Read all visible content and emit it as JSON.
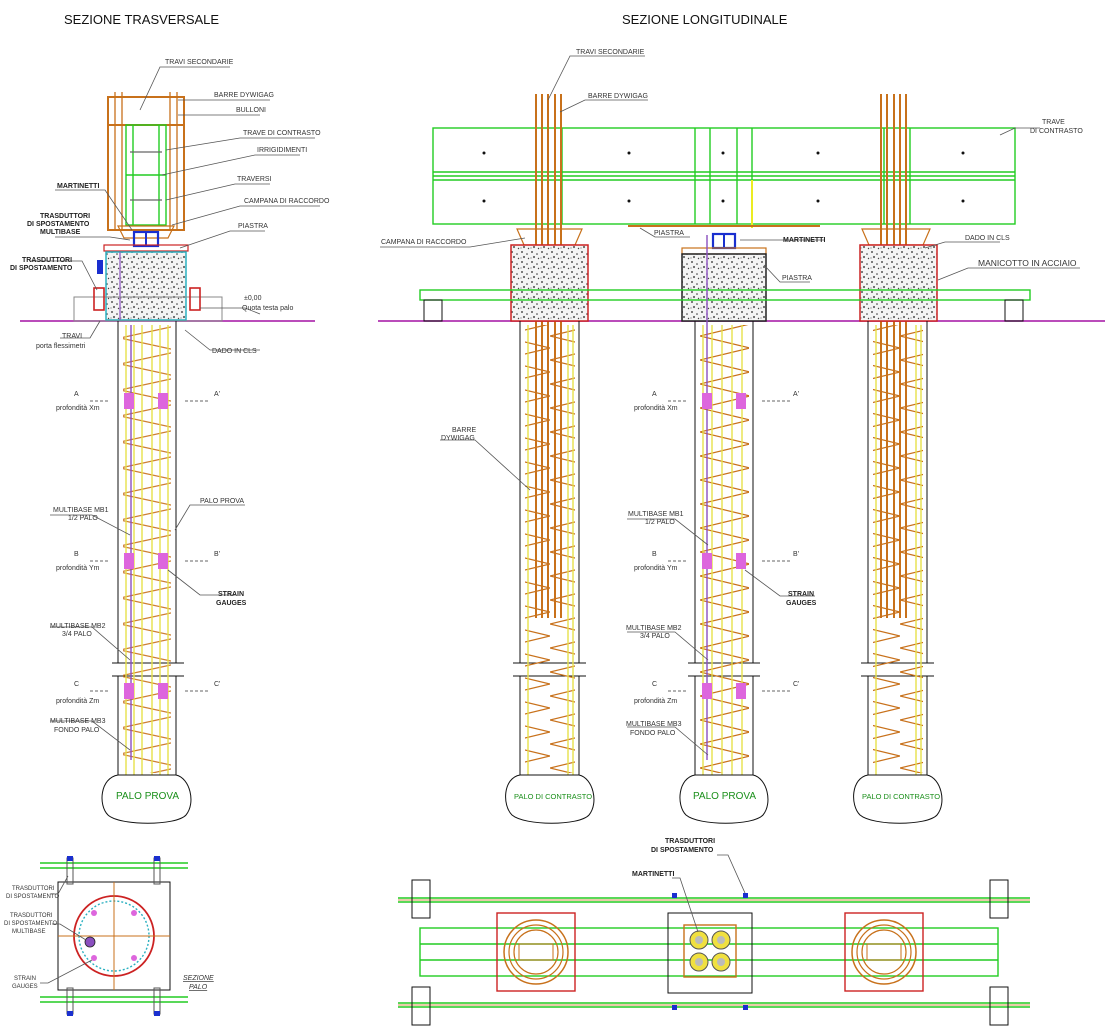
{
  "titles": {
    "transversal": "SEZIONE TRASVERSALE",
    "longitudinal": "SEZIONE LONGITUDINALE"
  },
  "transversal_labels": {
    "travi_secondarie": "TRAVI SECONDARIE",
    "barre_dywigag": "BARRE DYWIGAG",
    "bulloni": "BULLONI",
    "trave_contrasto": "TRAVE DI CONTRASTO",
    "irrigidimenti": "IRRIGIDIMENTI",
    "martinetti": "MARTINETTI",
    "traversi": "TRAVERSI",
    "trasduttori_multibase_1": "TRASDUTTORI",
    "trasduttori_multibase_2": "DI SPOSTAMENTO",
    "trasduttori_multibase_3": "MULTIBASE",
    "campana": "CAMPANA DI RACCORDO",
    "piastra": "PIASTRA",
    "trasduttori_1": "TRASDUTTORI",
    "trasduttori_2": "DI SPOSTAMENTO",
    "quota_1": "±0,00",
    "quota_2": "Quota testa palo",
    "travi_1": "TRAVI",
    "travi_2": "porta flessimetri",
    "dado": "DADO IN CLS",
    "a": "A",
    "a_prime": "A'",
    "prof_x": "profondità Xm",
    "mb1_1": "MULTIBASE MB1",
    "mb1_2": "1/2 PALO",
    "palo_prova_label": "PALO PROVA",
    "b": "B",
    "b_prime": "B'",
    "prof_y": "profondità Ym",
    "strain_1": "STRAIN",
    "strain_2": "GAUGES",
    "mb2_1": "MULTIBASE MB2",
    "mb2_2": "3/4 PALO",
    "c": "C",
    "c_prime": "C'",
    "prof_z": "profondità Zm",
    "mb3_1": "MULTIBASE MB3",
    "mb3_2": "FONDO PALO",
    "palo_prova_bulb": "PALO PROVA"
  },
  "longitudinal_labels": {
    "travi_secondarie": "TRAVI SECONDARIE",
    "barre_dywigag": "BARRE DYWIGAG",
    "trave_1": "TRAVE",
    "trave_2": "DI CONTRASTO",
    "campana": "CAMPANA DI RACCORDO",
    "piastra_top": "PIASTRA",
    "martinetti": "MARTINETTI",
    "dado": "DADO IN CLS",
    "piastra": "PIASTRA",
    "manicotto": "MANICOTTO IN ACCIAIO",
    "barre_1": "BARRE",
    "barre_2": "DYWIGAG",
    "a": "A",
    "a_prime": "A'",
    "prof_x": "profondità Xm",
    "mb1_1": "MULTIBASE MB1",
    "mb1_2": "1/2 PALO",
    "b": "B",
    "b_prime": "B'",
    "prof_y": "profondità Ym",
    "strain_1": "STRAIN",
    "strain_2": "GAUGES",
    "mb2_1": "MULTIBASE MB2",
    "mb2_2": "3/4 PALO",
    "c": "C",
    "c_prime": "C'",
    "prof_z": "profondità Zm",
    "mb3_1": "MULTIBASE MB3",
    "mb3_2": "FONDO PALO",
    "palo_contrasto_left": "PALO DI CONTRASTO",
    "palo_prova": "PALO PROVA",
    "palo_contrasto_right": "PALO DI CONTRASTO"
  },
  "pile_section_labels": {
    "trasduttori_1": "TRASDUTTORI",
    "trasduttori_2": "DI SPOSTAMENTO",
    "tr_multibase_1": "TRASDUTTORI",
    "tr_multibase_2": "DI SPOSTAMENTO",
    "tr_multibase_3": "MULTIBASE",
    "strain_1": "STRAIN",
    "strain_2": "GAUGES",
    "sezione_1": "SEZIONE",
    "sezione_2": "PALO"
  },
  "plan_labels": {
    "trasduttori_1": "TRASDUTTORI",
    "trasduttori_2": "DI SPOSTAMENTO",
    "martinetti": "MARTINETTI"
  }
}
